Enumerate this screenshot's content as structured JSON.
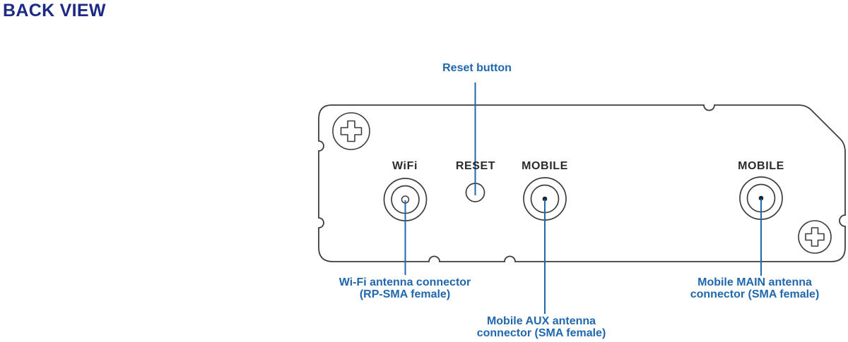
{
  "page": {
    "title": "BACK VIEW"
  },
  "panel": {
    "description": "Router back panel outline with two phillips screws and antenna connectors",
    "ports": [
      {
        "id": "wifi",
        "label": "WiFi"
      },
      {
        "id": "reset",
        "label": "RESET"
      },
      {
        "id": "mobile-aux",
        "label": "MOBILE"
      },
      {
        "id": "mobile-main",
        "label": "MOBILE"
      }
    ]
  },
  "callouts": {
    "reset": {
      "lines": [
        "Reset button"
      ]
    },
    "wifi": {
      "lines": [
        "Wi-Fi antenna connector",
        "(RP-SMA female)"
      ]
    },
    "mobile_aux": {
      "lines": [
        "Mobile AUX antenna",
        "connector (SMA female)"
      ]
    },
    "mobile_main": {
      "lines": [
        "Mobile MAIN antenna",
        "connector (SMA female)"
      ]
    }
  },
  "icons": {
    "screw_top_left": "phillips-screw",
    "screw_bottom_right": "phillips-screw",
    "wifi_connector": "rp-sma-female-connector",
    "mobile_aux_connector": "sma-female-connector",
    "mobile_main_connector": "sma-female-connector",
    "reset_hole": "recessed-reset-hole"
  },
  "colors": {
    "title_navy": "#1d2a85",
    "callout_blue": "#2167ae",
    "panel_outline_gray": "#3d3d3d",
    "port_label_dark": "#2b2b2b",
    "background": "#ffffff"
  }
}
